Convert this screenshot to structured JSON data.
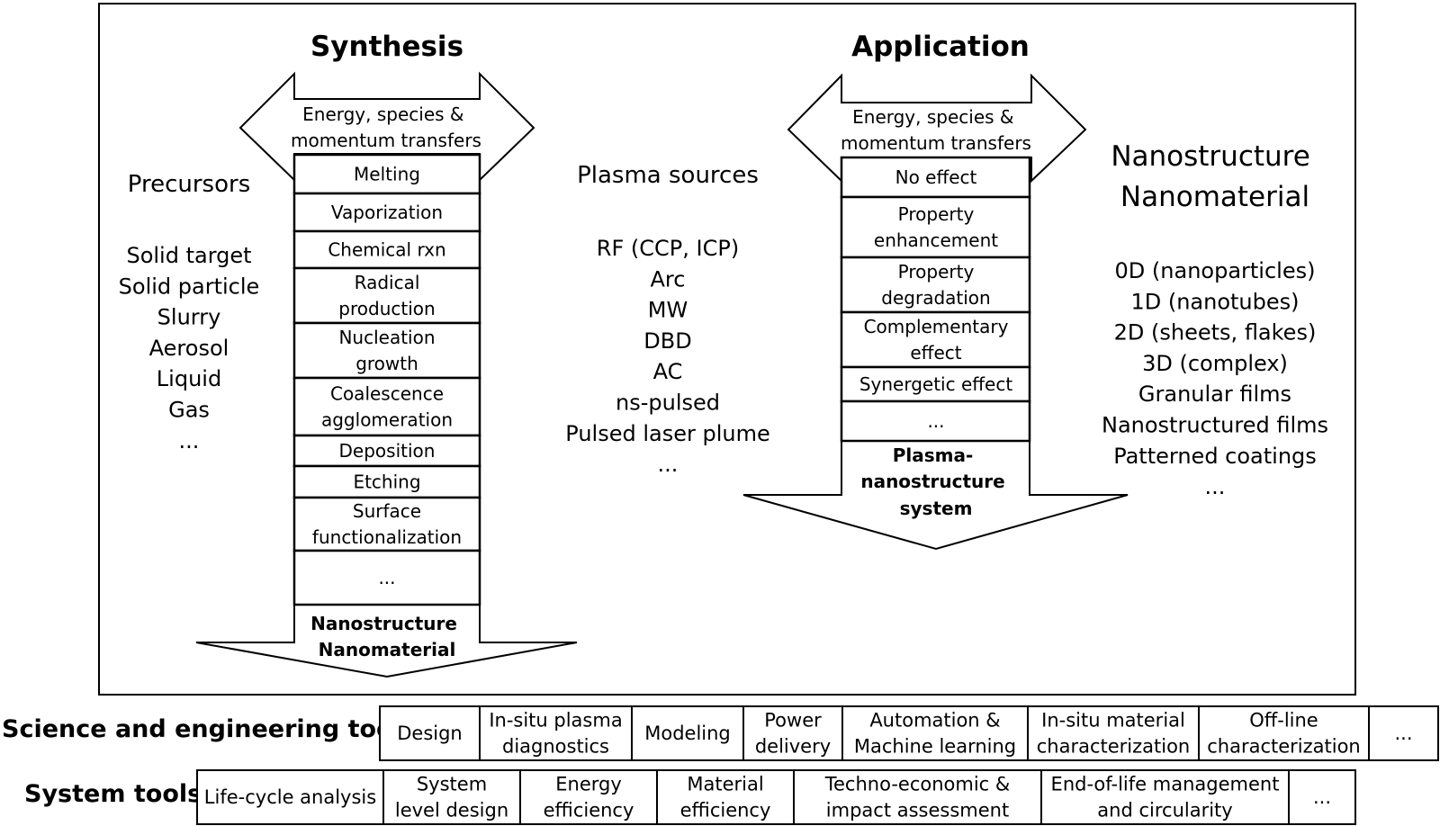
{
  "synthesis": {
    "title": "Synthesis",
    "transfer_lines": [
      "Energy, species &",
      "momentum transfers"
    ],
    "steps": [
      [
        "Melting"
      ],
      [
        "Vaporization"
      ],
      [
        "Chemical rxn"
      ],
      [
        "Radical",
        "production"
      ],
      [
        "Nucleation",
        "growth"
      ],
      [
        "Coalescence",
        "agglomeration"
      ],
      [
        "Deposition"
      ],
      [
        "Etching"
      ],
      [
        "Surface",
        "functionalization"
      ],
      [
        "..."
      ]
    ],
    "output_lines": [
      "Nanostructure",
      "Nanomaterial"
    ]
  },
  "precursors": {
    "title": "Precursors",
    "items": [
      "Solid target",
      "Solid particle",
      "Slurry",
      "Aerosol",
      "Liquid",
      "Gas",
      "..."
    ]
  },
  "plasma_sources": {
    "title": "Plasma sources",
    "items": [
      "RF (CCP, ICP)",
      "Arc",
      "MW",
      "DBD",
      "AC",
      "ns-pulsed",
      "Pulsed laser plume",
      "..."
    ]
  },
  "application": {
    "title": "Application",
    "transfer_lines": [
      "Energy, species &",
      "momentum transfers"
    ],
    "effects": [
      [
        "No effect"
      ],
      [
        "Property",
        "enhancement"
      ],
      [
        "Property",
        "degradation"
      ],
      [
        "Complementary",
        "effect"
      ],
      [
        "Synergetic effect"
      ],
      [
        "..."
      ]
    ],
    "output_lines": [
      "Plasma-",
      "nanostructure",
      "system"
    ]
  },
  "nanostructure": {
    "title_lines": [
      "Nanostructure",
      "Nanomaterial"
    ],
    "items": [
      "0D (nanoparticles)",
      "1D (nanotubes)",
      "2D (sheets, flakes)",
      "3D (complex)",
      "Granular films",
      "Nanostructured films",
      "Patterned coatings",
      "..."
    ]
  },
  "science_tools": {
    "label": "Science and engineering tools:",
    "items": [
      [
        "Design"
      ],
      [
        "In-situ plasma",
        "diagnostics"
      ],
      [
        "Modeling"
      ],
      [
        "Power",
        "delivery"
      ],
      [
        "Automation &",
        "Machine learning"
      ],
      [
        "In-situ material",
        "characterization"
      ],
      [
        "Off-line",
        "characterization"
      ],
      [
        "..."
      ]
    ]
  },
  "system_tools": {
    "label": "System tools:",
    "items": [
      [
        "Life-cycle analysis"
      ],
      [
        "System",
        "level design"
      ],
      [
        "Energy",
        "efficiency"
      ],
      [
        "Material",
        "efficiency"
      ],
      [
        "Techno-economic &",
        "impact assessment"
      ],
      [
        "End-of-life management",
        "and circularity"
      ],
      [
        "..."
      ]
    ]
  }
}
